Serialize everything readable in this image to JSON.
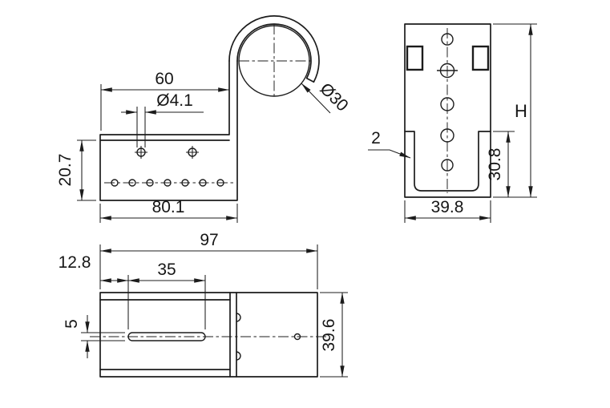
{
  "drawing": {
    "sheet_background": "#ffffff",
    "line_color": "#1c1c1c",
    "front_view": {
      "dim_top_width": "60",
      "dim_hole_diameter": "Ø4.1",
      "dim_rod_diameter": "Ø30",
      "dim_flange_height": "20.7",
      "dim_base_width": "80.1"
    },
    "side_view": {
      "dim_wall_thickness": "2",
      "dim_lip_height": "30.8",
      "dim_overall_height": "H",
      "dim_overall_width": "39.8"
    },
    "top_view": {
      "dim_overall_length": "97",
      "dim_slot_offset": "12.8",
      "dim_slot_length": "35",
      "dim_slot_width": "5",
      "dim_overall_depth": "39.6"
    }
  }
}
